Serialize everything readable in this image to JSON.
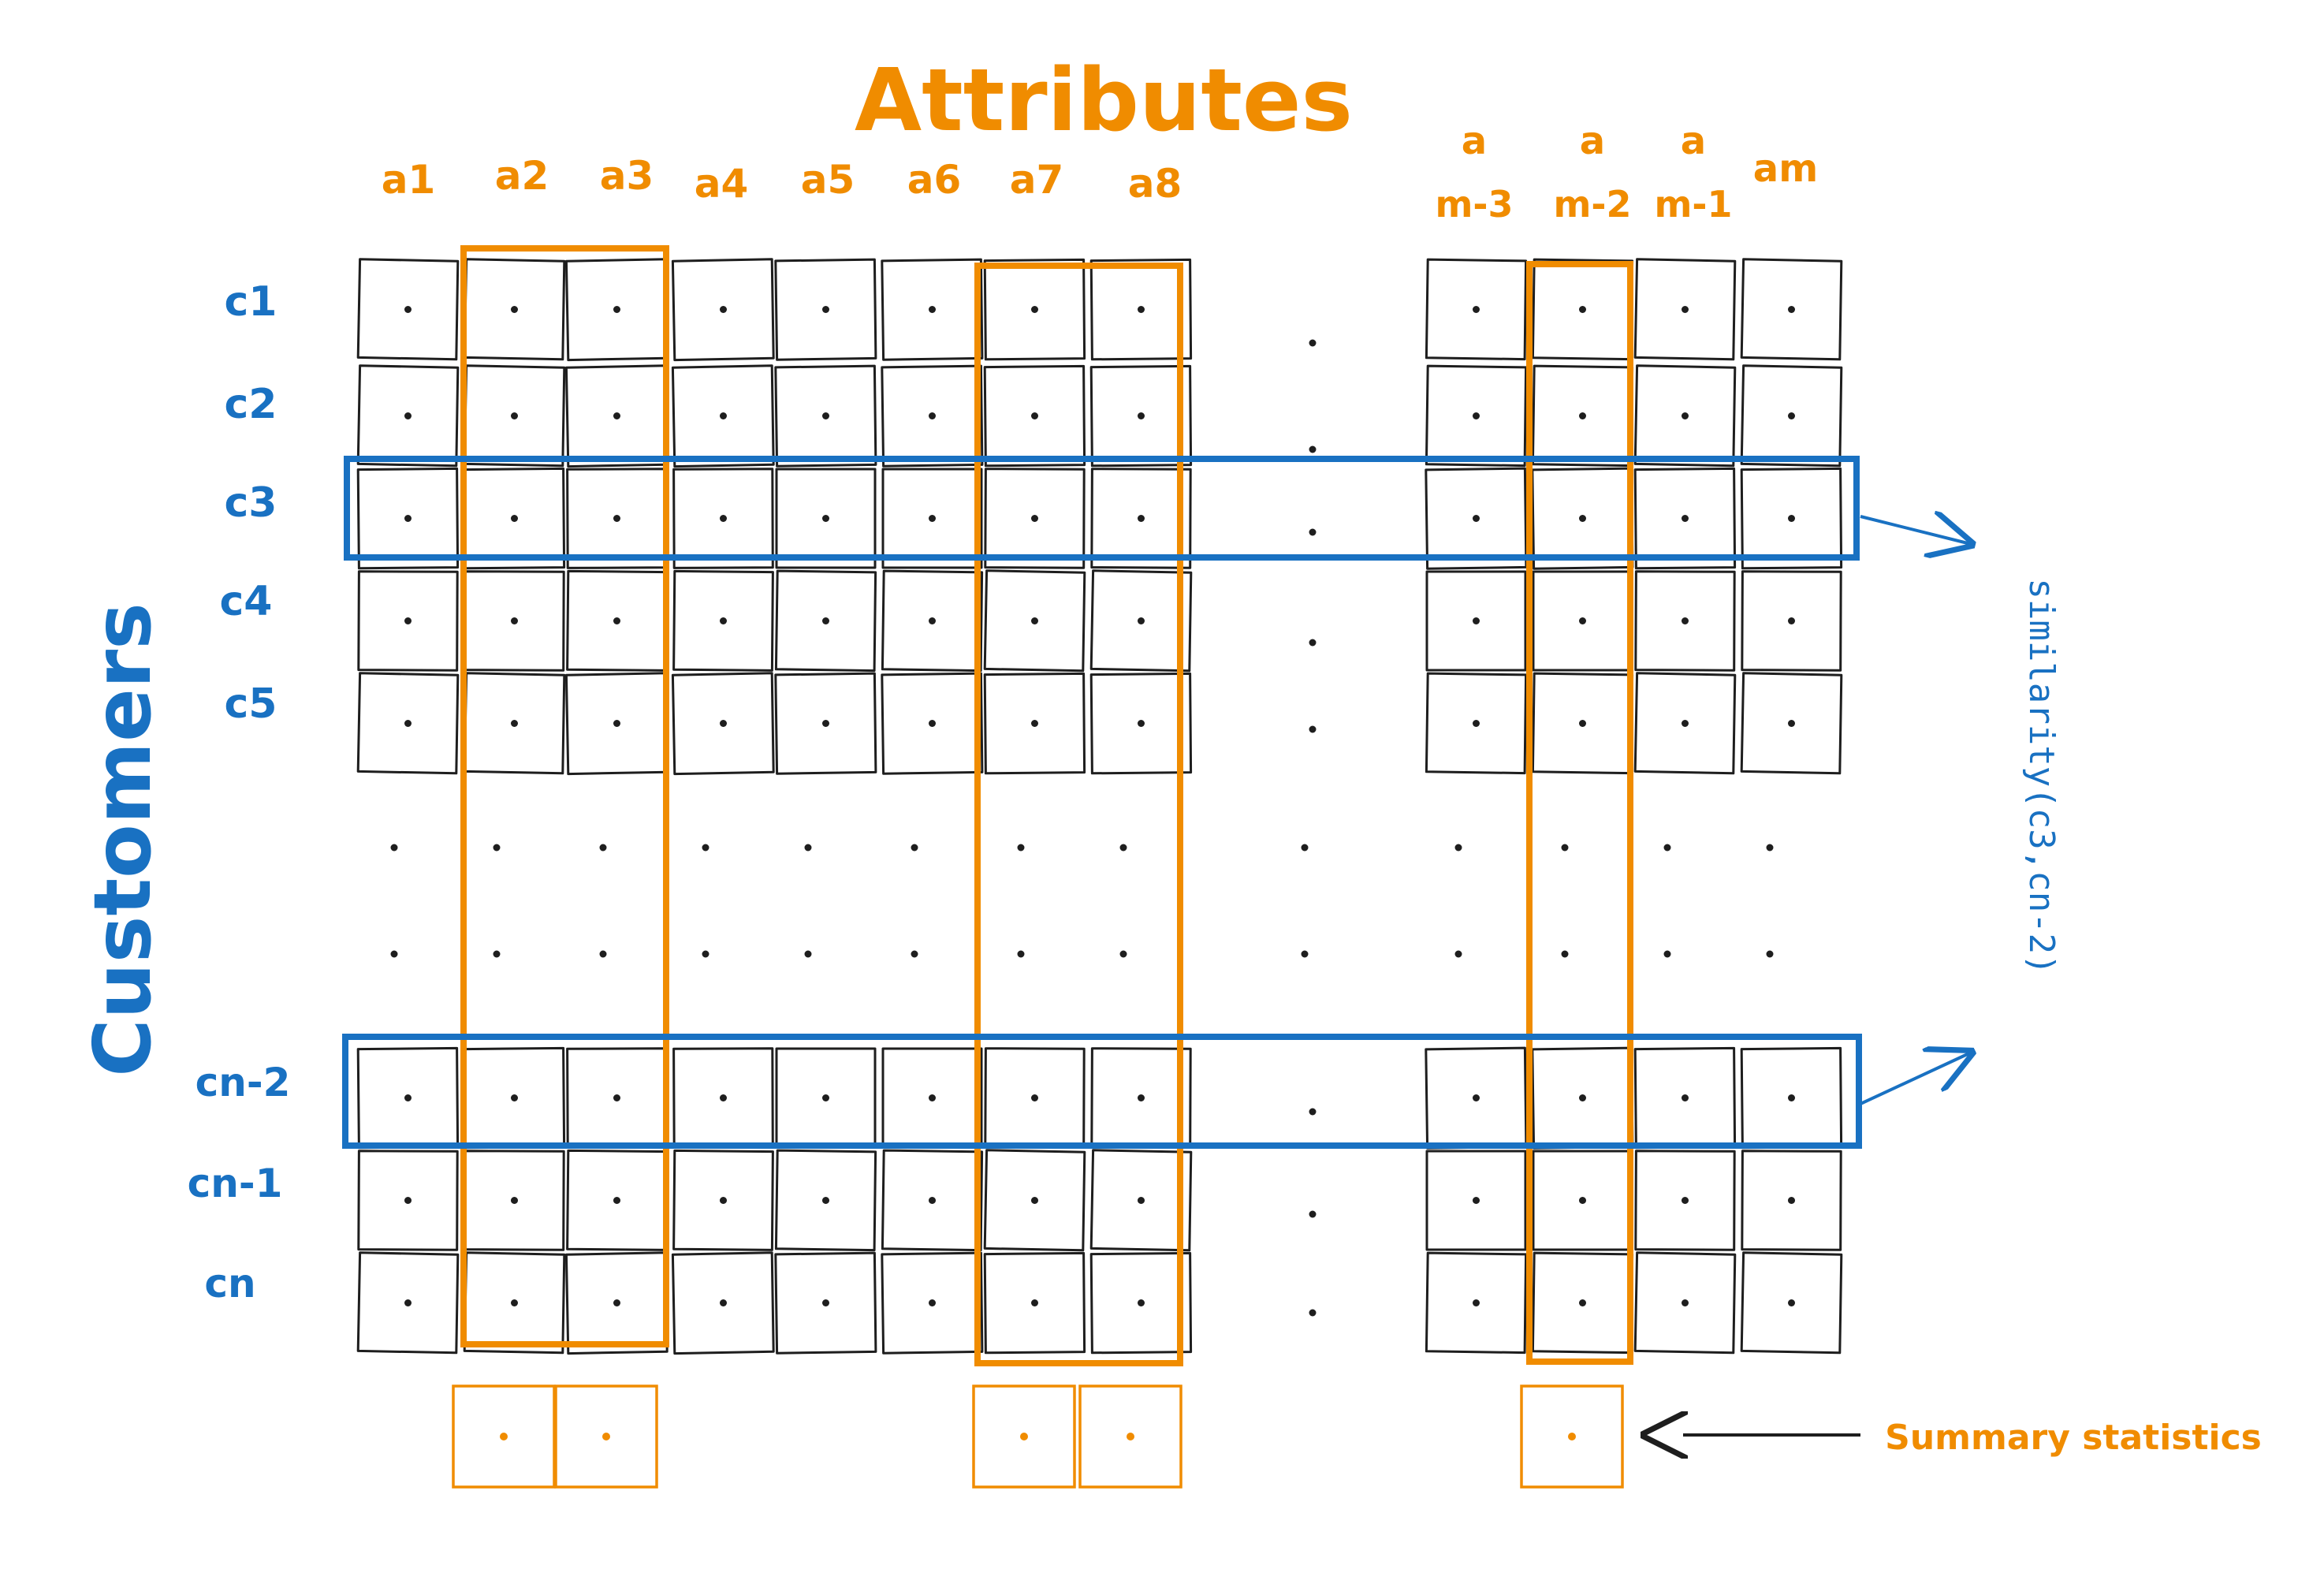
{
  "title": "Attributes",
  "y_title": "Customers",
  "columns": [
    "a1",
    "a2",
    "a3",
    "a4",
    "a5",
    "a6",
    "a7",
    "a8"
  ],
  "right_columns": [
    {
      "top": "a",
      "bottom": "m-3"
    },
    {
      "top": "a",
      "bottom": "m-2"
    },
    {
      "top": "a",
      "bottom": "m-1"
    },
    {
      "top": "am",
      "bottom": ""
    }
  ],
  "rows_top": [
    "c1",
    "c2",
    "c3",
    "c4",
    "c5"
  ],
  "rows_bottom": [
    "cn-2",
    "cn-1",
    "cn"
  ],
  "similarity_label": "similarity(c3,cn-2)",
  "summary_label": "Summary statistics",
  "colors": {
    "orange": "#f08c00",
    "blue": "#1971c2",
    "ink": "#1e1e1e"
  }
}
